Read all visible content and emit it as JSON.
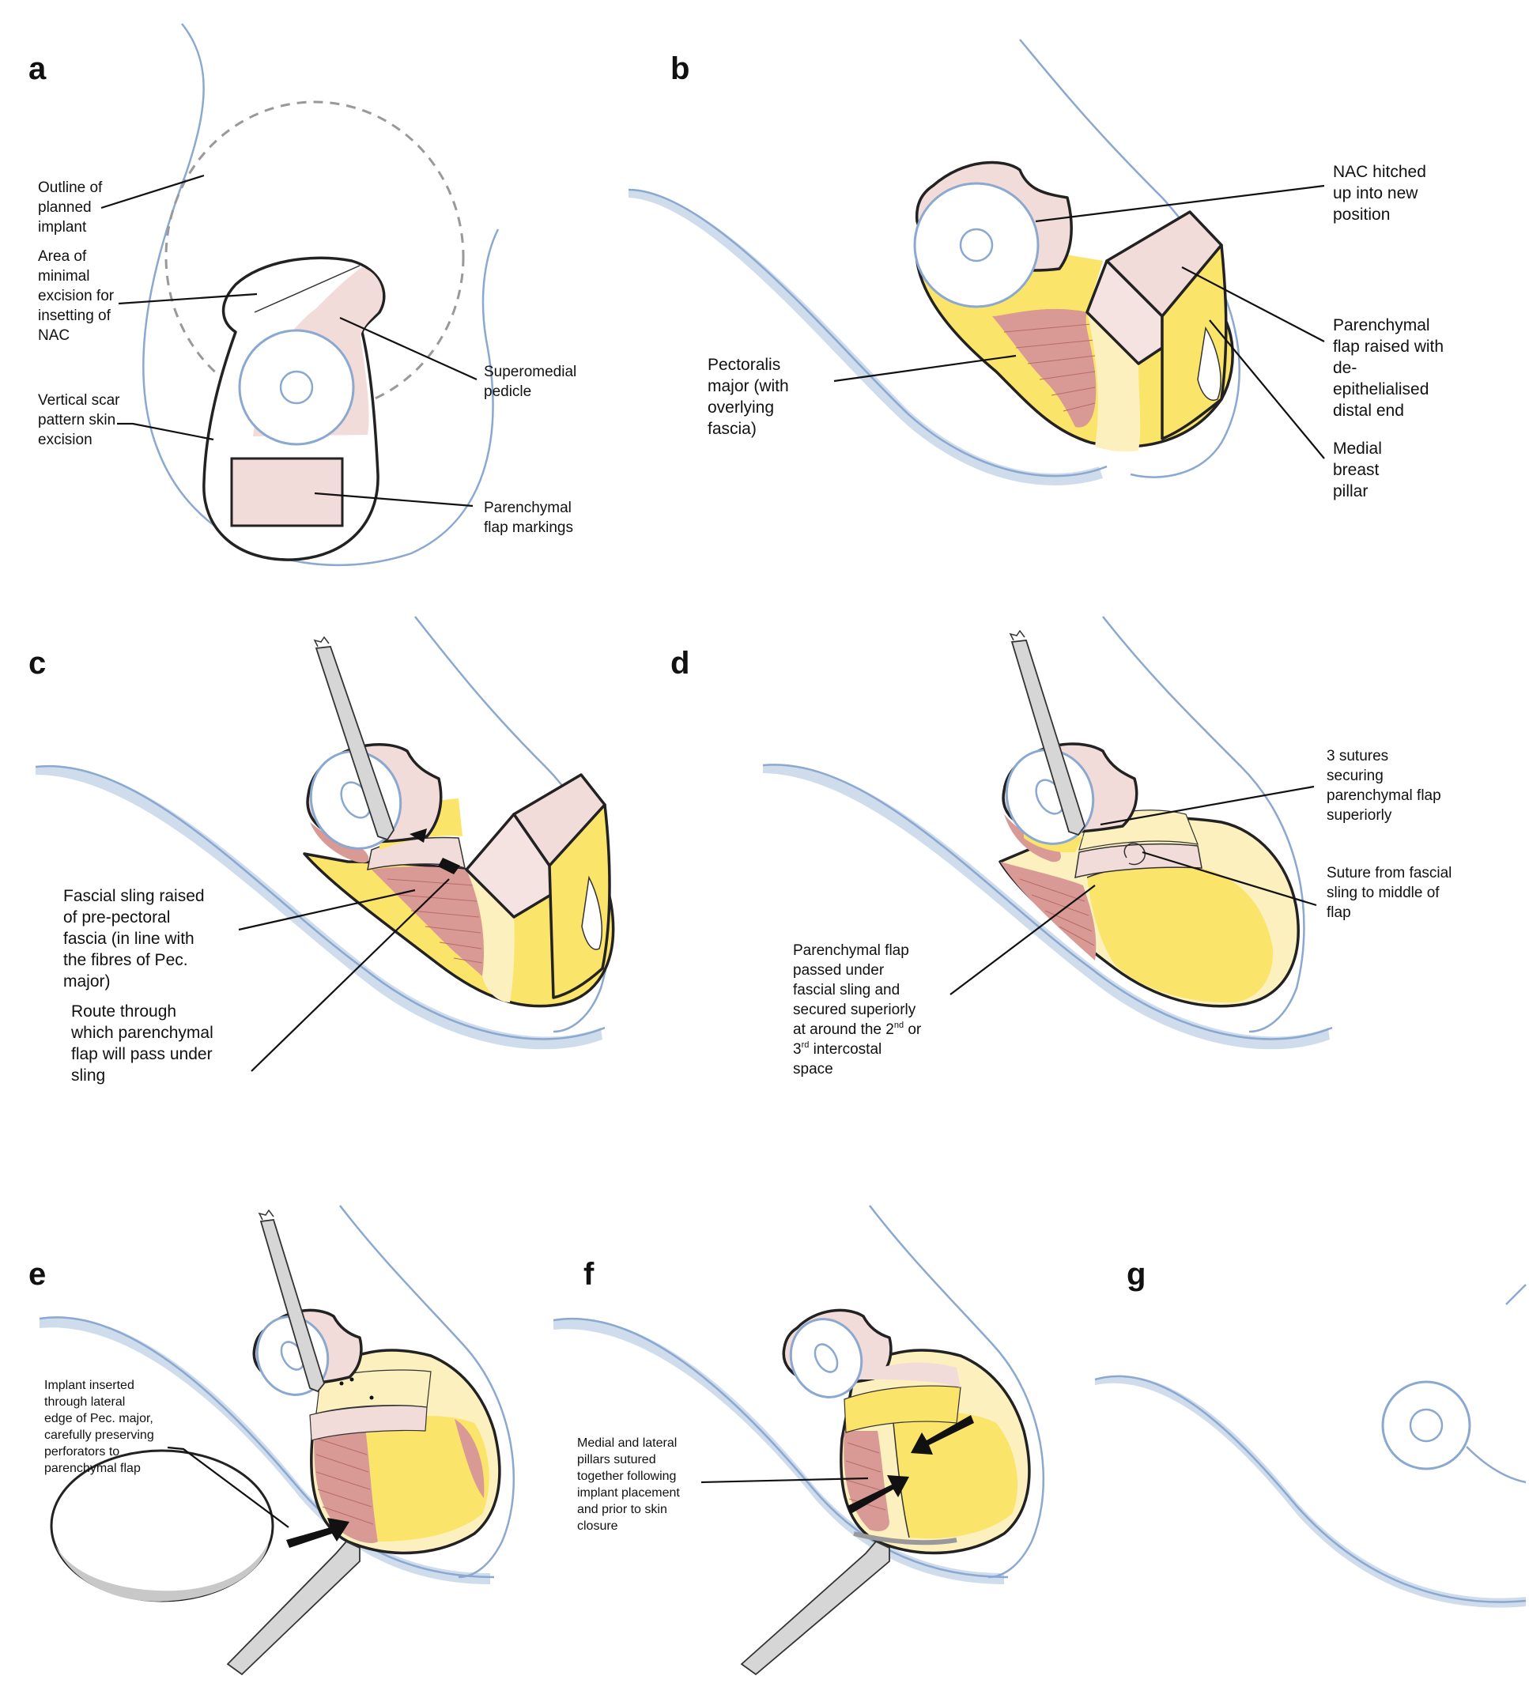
{
  "figure": {
    "panels": [
      {
        "label": "a",
        "annotations": {
          "outline_implant": [
            "Outline of",
            "planned",
            "implant"
          ],
          "minimal_excision": [
            "Area of",
            "minimal",
            "excision for",
            "insetting of",
            "NAC"
          ],
          "vertical_scar": [
            "Vertical scar",
            "pattern skin",
            "excision"
          ],
          "superomedial": [
            "Superomedial",
            "pedicle"
          ],
          "flap_markings": [
            "Parenchymal",
            "flap markings"
          ]
        }
      },
      {
        "label": "b",
        "annotations": {
          "nac_hitched": [
            "NAC hitched",
            "up into new",
            "position"
          ],
          "pectoralis": [
            "Pectoralis",
            "major (with",
            "overlying",
            "fascia)"
          ],
          "flap_raised": [
            "Parenchymal",
            "flap raised with",
            "de-",
            "epithelialised",
            "distal end"
          ],
          "medial_pillar": [
            "Medial",
            "breast",
            "pillar"
          ]
        }
      },
      {
        "label": "c",
        "annotations": {
          "fascial_sling": [
            "Fascial sling raised",
            "of pre-pectoral",
            "fascia (in line with",
            "the fibres of Pec.",
            "major)"
          ],
          "route": [
            "Route through",
            "which parenchymal",
            "flap will pass under",
            "sling"
          ]
        }
      },
      {
        "label": "d",
        "annotations": {
          "three_sutures": [
            "3 sutures",
            "securing",
            "parenchymal flap",
            "superiorly"
          ],
          "suture_fascial": [
            "Suture from fascial",
            "sling to middle of",
            "flap"
          ],
          "flap_passed": [
            "Parenchymal flap",
            "passed under",
            "fascial sling and",
            "secured superiorly"
          ],
          "flap_passed_line5_a": "at around the 2",
          "flap_passed_line5_sup": "nd",
          "flap_passed_line5_b": " or",
          "flap_passed_line6_a": "3",
          "flap_passed_line6_sup": "rd",
          "flap_passed_line6_b": " intercostal",
          "flap_passed_line7": "space"
        }
      },
      {
        "label": "e",
        "annotations": {
          "implant_inserted": [
            "Implant inserted",
            "through lateral",
            "edge of Pec. major,",
            "carefully preserving",
            "perforators to",
            "parenchymal flap"
          ]
        }
      },
      {
        "label": "f",
        "annotations": {
          "pillars_sutured": [
            "Medial and lateral",
            "pillars sutured",
            "together following",
            "implant placement",
            "and prior to skin",
            "closure"
          ]
        }
      },
      {
        "label": "g",
        "annotations": {}
      }
    ]
  }
}
